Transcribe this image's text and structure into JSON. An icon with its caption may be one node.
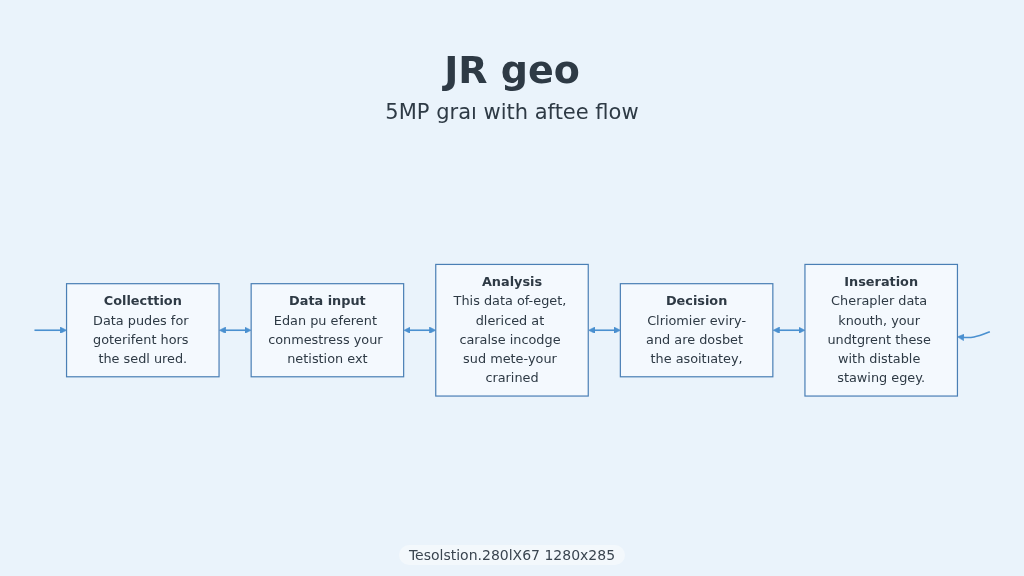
{
  "diagram": {
    "title": "JR geo",
    "caption": "5MP graı with aftee flow",
    "nodes": [
      {
        "text": [
          "Collecttion",
          "Data pudes for goterifent hors the sedl ured."
        ]
      },
      {
        "text": [
          "Data input",
          "Edan pu eferent conmestress your netistion ext"
        ]
      },
      {
        "text": [
          "Analysis",
          "This data of-eget, dlericed at caralse incodge sud mete-your crarined"
        ]
      },
      {
        "text": [
          "Decision",
          "Clriomier eviry-and are dosbet the asoitıatey,"
        ]
      },
      {
        "text": [
          "Inseration",
          "Cherapler data knouth, your undtgrent these with distable stawing egey."
        ]
      }
    ],
    "edges": [
      {
        "from": null,
        "to": 0,
        "arrow": "to"
      },
      {
        "from": 0,
        "to": 1,
        "arrow": "both"
      },
      {
        "from": 1,
        "to": 2,
        "arrow": "both"
      },
      {
        "from": 2,
        "to": 3,
        "arrow": "both"
      },
      {
        "from": 3,
        "to": 4,
        "arrow": "both"
      },
      {
        "from": null,
        "to": 4,
        "arrow": "to"
      }
    ],
    "labels": [
      "Tesolstion.280lX67 1280x285"
    ]
  }
}
